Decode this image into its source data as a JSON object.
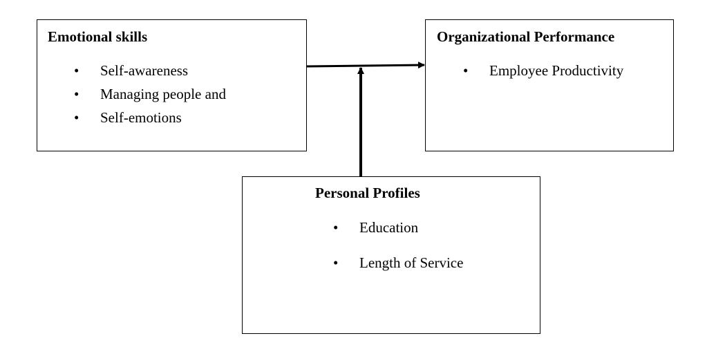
{
  "emotional": {
    "title": "Emotional skills",
    "items": [
      "Self-awareness",
      "Managing people and",
      "Self-emotions"
    ]
  },
  "performance": {
    "title": "Organizational Performance",
    "items": [
      "Employee Productivity"
    ]
  },
  "profiles": {
    "title": "Personal Profiles",
    "items": [
      "Education",
      "Length of Service"
    ]
  }
}
